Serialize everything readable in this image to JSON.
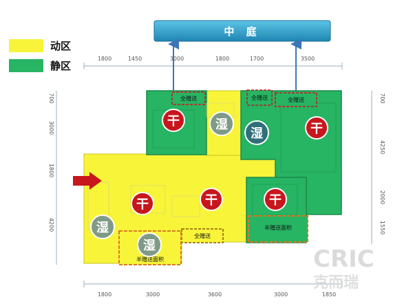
{
  "legend": {
    "items": [
      {
        "label": "动区",
        "color": "#f7f43a"
      },
      {
        "label": "静区",
        "color": "#27b463"
      }
    ]
  },
  "banner": {
    "label": "中 庭"
  },
  "dimensions": {
    "top": [
      "1800",
      "1450",
      "3000",
      "1800",
      "1700",
      "3500"
    ],
    "bottom": [
      "1800",
      "3000",
      "3600",
      "3000",
      "1850"
    ],
    "left": [
      "700",
      "3000",
      "1800",
      "4200"
    ],
    "right": [
      "700",
      "4250",
      "2000",
      "1550"
    ]
  },
  "markers": {
    "dry": "干",
    "wet": "湿"
  },
  "tags": {
    "full_gift": "全赠送",
    "half_gift": "半赠送面积"
  },
  "watermark": {
    "line1": "CRIC",
    "line2": "克而瑞"
  },
  "colors": {
    "dynamic": "#f7f43a",
    "static": "#27b463",
    "dry_circle": "#c8161d",
    "wet_circle": "#7f9a86",
    "wet_circle_dark": "#2f6f7a",
    "banner": "#2a9fc6",
    "arrow": "#c8161d"
  }
}
